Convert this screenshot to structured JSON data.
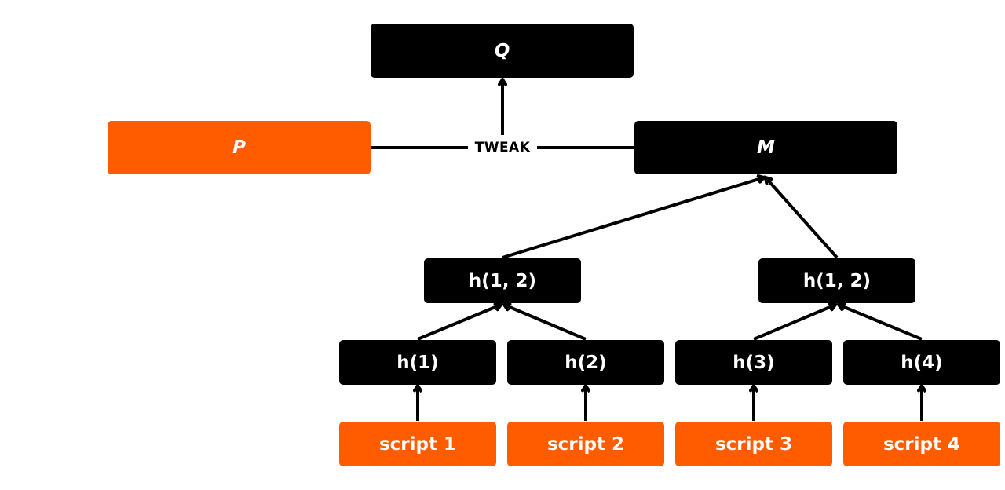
{
  "colors": {
    "node_black": "#000000",
    "node_orange": "#ff5c00",
    "text": "#ffffff",
    "line": "#000000"
  },
  "nodes": {
    "q": "Q",
    "p": "P",
    "m": "M",
    "tweak": "TWEAK",
    "branch_left": "h(1, 2)",
    "branch_right": "h(1, 2)",
    "leaf_1": "h(1)",
    "leaf_2": "h(2)",
    "leaf_3": "h(3)",
    "leaf_4": "h(4)",
    "script_1": "script 1",
    "script_2": "script 2",
    "script_3": "script 3",
    "script_4": "script 4"
  }
}
